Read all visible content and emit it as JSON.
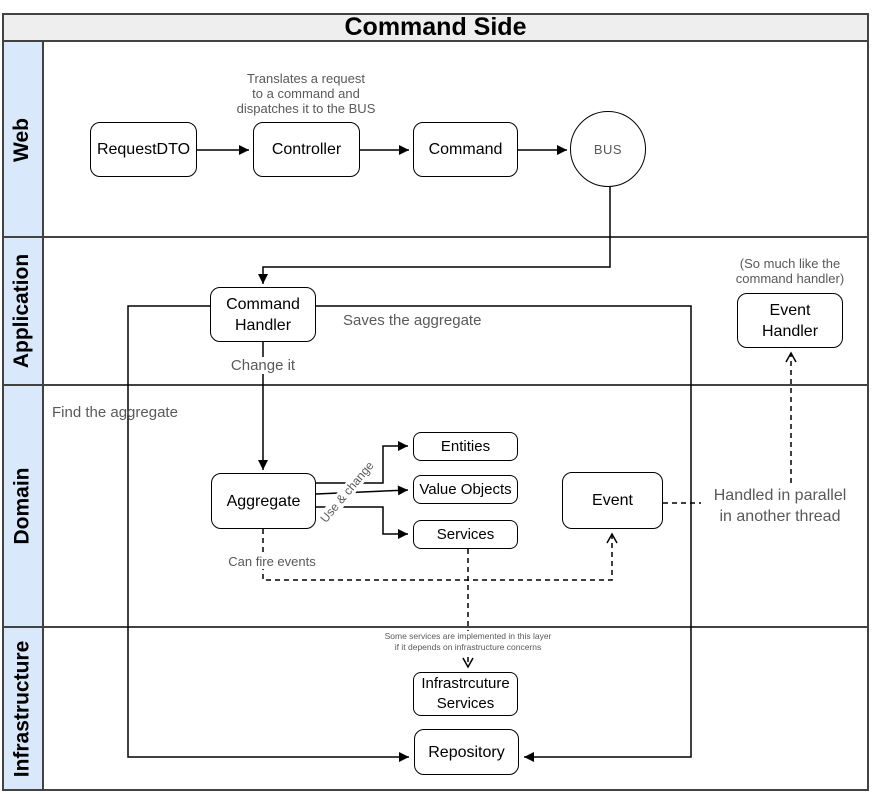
{
  "title": "Command Side",
  "colors": {
    "lane_fill": "#dae8fc",
    "header_fill": "#eeeeee",
    "frame_border": "#424242",
    "shape_border": "#000000",
    "shape_fill": "#ffffff",
    "annotation_text": "#595959"
  },
  "lanes": [
    {
      "label": "Web"
    },
    {
      "label": "Application"
    },
    {
      "label": "Domain"
    },
    {
      "label": "Infrastructure"
    }
  ],
  "nodes": {
    "request_dto": {
      "label": "RequestDTO"
    },
    "controller": {
      "label": "Controller"
    },
    "command": {
      "label": "Command"
    },
    "bus": {
      "label": "BUS"
    },
    "command_handler": {
      "label": "Command\nHandler"
    },
    "event_handler": {
      "label": "Event\nHandler"
    },
    "aggregate": {
      "label": "Aggregate"
    },
    "entities": {
      "label": "Entities"
    },
    "value_objects": {
      "label": "Value Objects"
    },
    "services": {
      "label": "Services"
    },
    "event": {
      "label": "Event"
    },
    "infrastructure_services": {
      "label": "Infrastrcuture\nServices"
    },
    "repository": {
      "label": "Repository"
    }
  },
  "annotations": {
    "controller_note": "Translates a request\nto a command and\ndispatches it to the BUS",
    "event_handler_note": "(So much like the\ncommand handler)",
    "saves_label": "Saves the aggregate",
    "change_label": "Change it",
    "find_label": "Find the aggregate",
    "use_change_label": "Use & change",
    "can_fire_label": "Can fire events",
    "handled_label": "Handled in parallel\nin another thread",
    "infra_note": "Some services are implemented in this layer\nif it depends on infrastructure concerns"
  }
}
